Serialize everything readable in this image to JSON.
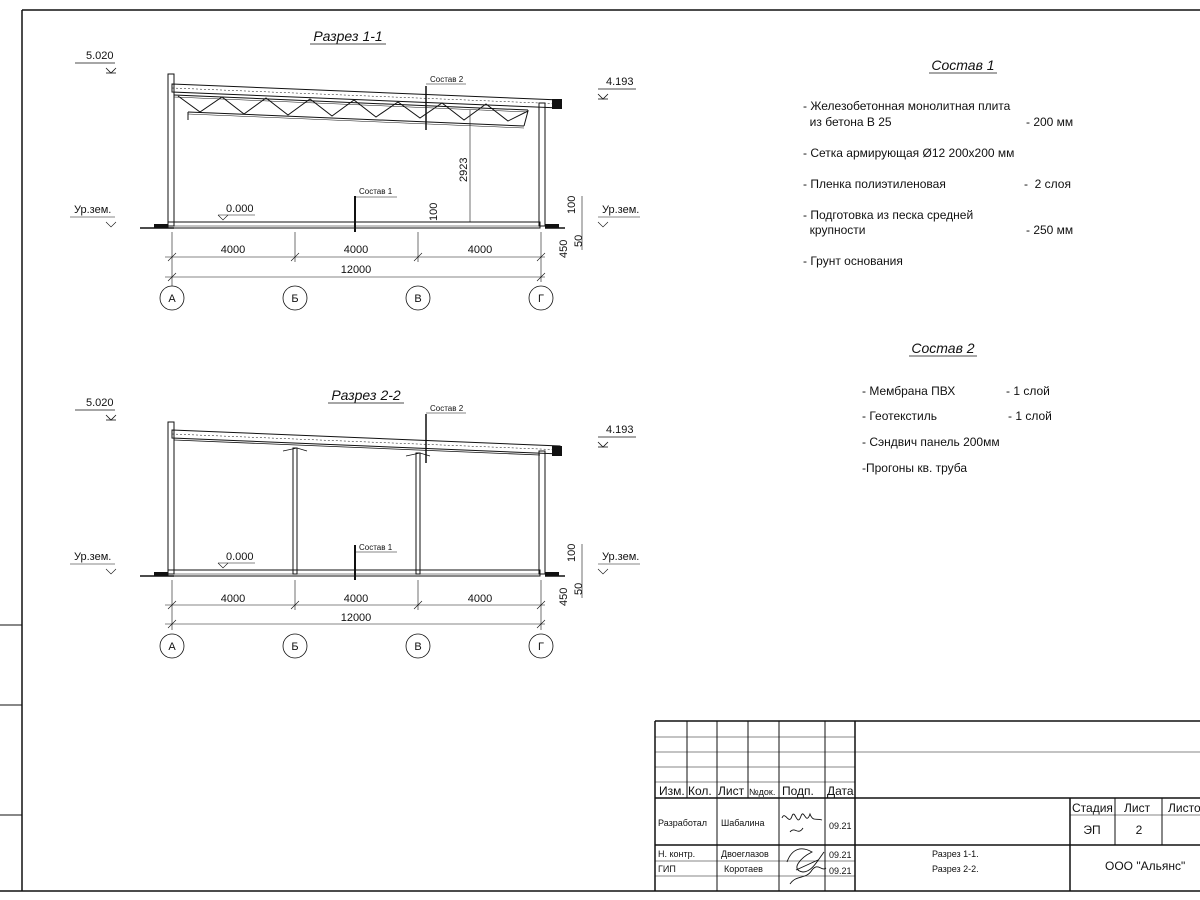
{
  "section1": {
    "title": "Разрез 1-1",
    "elev_top": "5.020",
    "elev_right": "4.193",
    "ground_left": "Ур.зем.",
    "ground_right": "Ур.зем.",
    "zero": "0.000",
    "height_dim": "2923",
    "dim_100_inner": "100",
    "dim_100_right": "100",
    "dim_450": "450",
    "dim_50": "50",
    "spans": [
      "4000",
      "4000",
      "4000"
    ],
    "total": "12000",
    "axes": [
      "А",
      "Б",
      "В",
      "Г"
    ],
    "callout_roof": "Состав 2",
    "callout_floor": "Состав 1"
  },
  "section2": {
    "title": "Разрез 2-2",
    "elev_top": "5.020",
    "elev_right": "4.193",
    "ground_left": "Ур.зем.",
    "ground_right": "Ур.зем.",
    "zero": "0.000",
    "dim_100_right": "100",
    "dim_450": "450",
    "dim_50": "50",
    "spans": [
      "4000",
      "4000",
      "4000"
    ],
    "total": "12000",
    "axes": [
      "А",
      "Б",
      "В",
      "Г"
    ],
    "callout_roof": "Состав 2",
    "callout_floor": "Состав 1"
  },
  "sostav1": {
    "title": "Состав 1",
    "lines": [
      "- Железобетонная  монолитная плита",
      "  из бетона В 25",
      "- Сетка армирующая Ø12 200х200 мм",
      "- Пленка полиэтиленовая",
      "- Подготовка из песка средней",
      "  крупности",
      "- Грунт основания"
    ],
    "values": [
      "- 200 мм",
      "-  2 слоя",
      "- 250 мм"
    ]
  },
  "sostav2": {
    "title": "Состав 2",
    "lines": [
      "- Мембрана ПВХ",
      "- Геотекстиль",
      "- Сэндвич панель 200мм",
      "-Прогоны кв. труба"
    ],
    "values": [
      "- 1 слой",
      "- 1 слой"
    ]
  },
  "stamp": {
    "headers": [
      "Изм.",
      "Кол.",
      "Лист",
      "№док.",
      "Подп.",
      "Дата"
    ],
    "rows": [
      {
        "role": "Разработал",
        "name": "Шабалина",
        "date": "09.21"
      },
      {
        "role": "Н. контр.",
        "name": "Двоеглазов",
        "date": "09.21"
      },
      {
        "role": "ГИП",
        "name": "Коротаев",
        "date": "09.21"
      }
    ],
    "stage_header": "Стадия",
    "sheet_header": "Лист",
    "sheets_header": "Листо",
    "stage": "ЭП",
    "sheet": "2",
    "description_1": "Разрез 1-1.",
    "description_2": "Разрез 2-2.",
    "company": "ООО \"Альянс\""
  }
}
